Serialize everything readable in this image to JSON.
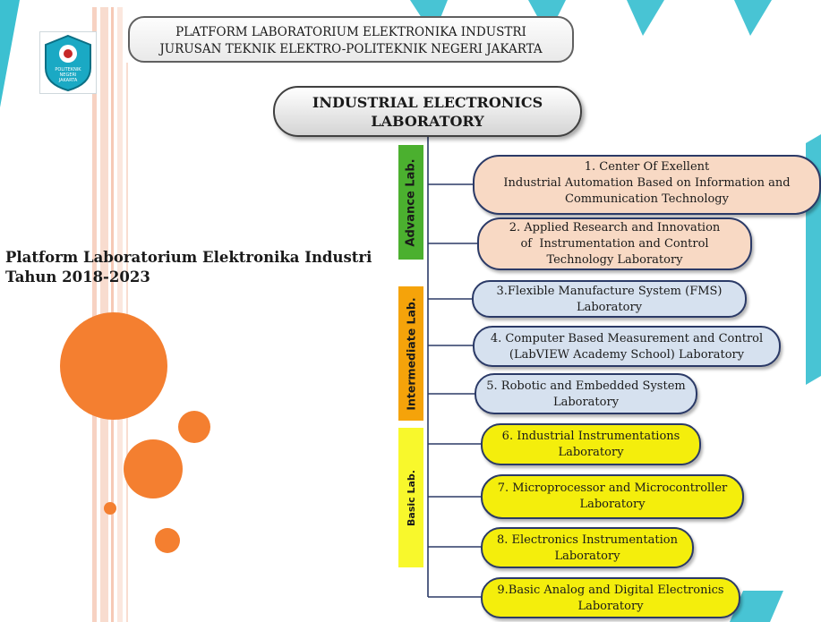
{
  "header": {
    "line1": "PLATFORM LABORATORIUM ELEKTRONIKA INDUSTRI",
    "line2": "JURUSAN TEKNIK ELEKTRO-POLITEKNIK NEGERI JAKARTA"
  },
  "main": {
    "line1": "INDUSTRIAL ELECTRONICS",
    "line2": "LABORATORY"
  },
  "side_title": {
    "line1": "Platform Laboratorium Elektronika Industri",
    "line2": "Tahun 2018-2023"
  },
  "logo": {
    "line1": "POLITEKNIK",
    "line2": "NEGERI",
    "line3": "JAKARTA"
  },
  "bands": {
    "advance": "Advance Lab.",
    "intermediate": "Intermediate Lab.",
    "basic": "Basic Lab."
  },
  "labs": [
    {
      "level": "advance",
      "lines": [
        "1. Center Of Exellent",
        "Industrial Automation Based on Information and",
        "Communication Technology"
      ]
    },
    {
      "level": "advance",
      "lines": [
        "2. Applied Research and Innovation",
        "of  Instrumentation and Control",
        "Technology Laboratory"
      ]
    },
    {
      "level": "intermediate",
      "lines": [
        "3.Flexible Manufacture System (FMS)",
        "Laboratory"
      ]
    },
    {
      "level": "intermediate",
      "lines": [
        "4. Computer Based Measurement and Control",
        "(LabVIEW Academy School) Laboratory"
      ]
    },
    {
      "level": "intermediate",
      "lines": [
        "5. Robotic and Embedded System",
        "Laboratory"
      ]
    },
    {
      "level": "basic",
      "lines": [
        "6. Industrial Instrumentations",
        "Laboratory"
      ]
    },
    {
      "level": "basic",
      "lines": [
        "7. Microprocessor and Microcontroller",
        "Laboratory"
      ]
    },
    {
      "level": "basic",
      "lines": [
        "8. Electronics Instrumentation",
        "Laboratory"
      ]
    },
    {
      "level": "basic",
      "lines": [
        "9.Basic Analog and Digital Electronics",
        "Laboratory"
      ]
    }
  ],
  "colors": {
    "advance_fill": "#f8d9c4",
    "intermediate_fill": "#d6e1ef",
    "basic_fill": "#f4ee0c",
    "advance_band": "#4bb02f",
    "intermediate_band": "#f5a30a",
    "basic_band": "#f8f82c",
    "circle_orange": "#f47f30",
    "accent_teal": "#1ab5c9"
  }
}
